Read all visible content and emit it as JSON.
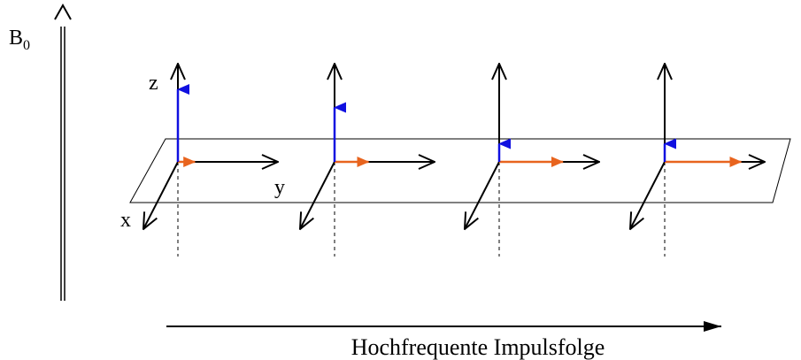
{
  "field_label": "B",
  "field_subscript": "0",
  "axis_labels": {
    "z": "z",
    "y": "y",
    "x": "x"
  },
  "caption": "Hochfrequente Impulsfolge",
  "colors": {
    "axes": "#000000",
    "magnetization_z": "#1010e0",
    "magnetization_y": "#e8641e"
  },
  "frames": [
    {
      "step": 1,
      "z_component": 1.0,
      "y_component": 0.2
    },
    {
      "step": 2,
      "z_component": 0.75,
      "y_component": 0.4
    },
    {
      "step": 3,
      "z_component": 0.25,
      "y_component": 0.75
    },
    {
      "step": 4,
      "z_component": 0.25,
      "y_component": 0.9
    }
  ]
}
